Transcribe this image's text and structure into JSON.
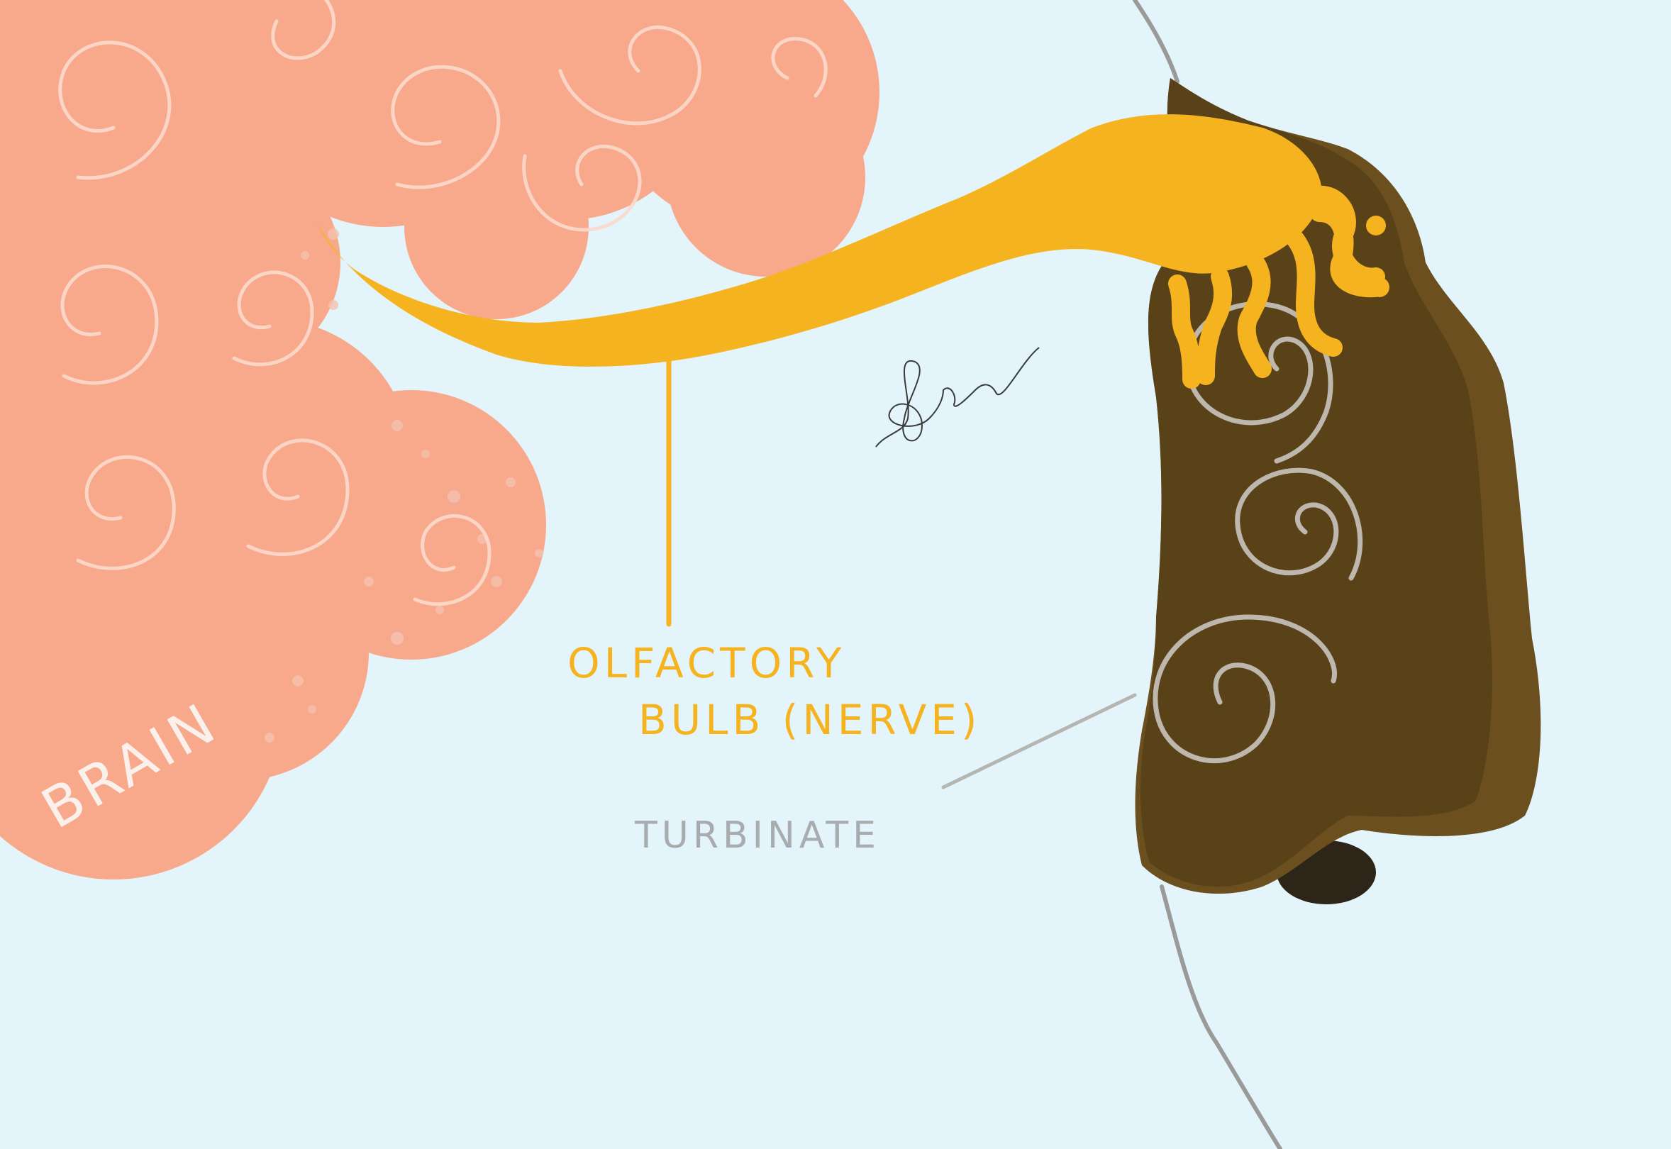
{
  "labels": {
    "brain": "BRAIN",
    "olfactory_line1": "OLFACTORY",
    "olfactory_line2": "BULB (NERVE)",
    "turbinate": "TURBINATE"
  },
  "colors": {
    "background": "#e3f4fa",
    "brain": "#f8a98c",
    "brain_swirl": "#fbd9cb",
    "nerve": "#f5b41f",
    "nose": "#5a4218",
    "nose_shadow": "#6b4f1f",
    "nostril": "#2d2518",
    "turbinate_swirl": "#bdb7ae",
    "turbinate_label": "#a8acaf",
    "profile_line": "#9a9a98",
    "signature": "#3a3a3a"
  }
}
